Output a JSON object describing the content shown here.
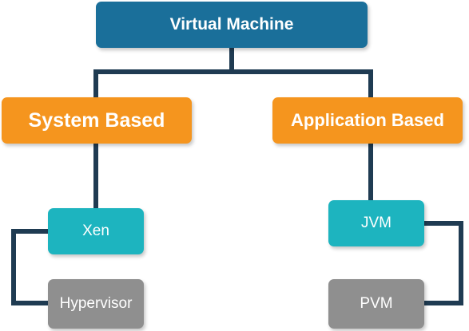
{
  "diagram": {
    "root": {
      "label": "Virtual Machine",
      "color": "#1a6f9a"
    },
    "categories": [
      {
        "label": "System Based",
        "color": "#f5951e",
        "children": [
          {
            "label": "Xen",
            "color": "#1db4bf"
          },
          {
            "label": "Hypervisor",
            "color": "#8f8f8f"
          }
        ]
      },
      {
        "label": "Application Based",
        "color": "#f5951e",
        "children": [
          {
            "label": "JVM",
            "color": "#1db4bf"
          },
          {
            "label": "PVM",
            "color": "#8f8f8f"
          }
        ]
      }
    ],
    "connector_color": "#1f3b52"
  }
}
